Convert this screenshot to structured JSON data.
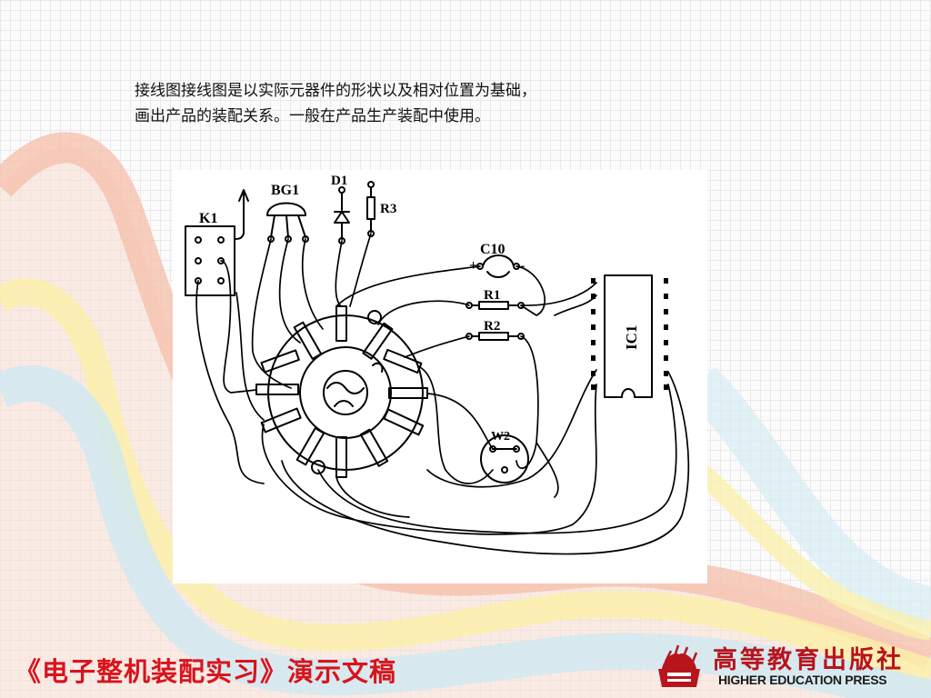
{
  "slide": {
    "body_lines": [
      "接线图接线图是以实际元器件的形状以及相对位置为基础，",
      "画出产品的装配关系。一般在产品生产装配中使用。"
    ],
    "footer_title": "《电子整机装配实习》演示文稿"
  },
  "diagram": {
    "labels": {
      "k1": "K1",
      "bg1": "BG1",
      "d1": "D1",
      "r3": "R3",
      "c10": "C10",
      "c10_plus": "+",
      "c10_minus": "-",
      "r1": "R1",
      "r2": "R2",
      "ic1": "IC1",
      "w2": "W2"
    }
  },
  "publisher": {
    "name_cn": "高等教育出版社",
    "name_en": "HIGHER EDUCATION PRESS"
  },
  "colors": {
    "title_red": "#d8141c",
    "publisher_red": "#b8141c",
    "wave_pink": "#f7c9b9",
    "wave_yellow": "#fbf2b0",
    "wave_blue": "#cfe9f3"
  }
}
